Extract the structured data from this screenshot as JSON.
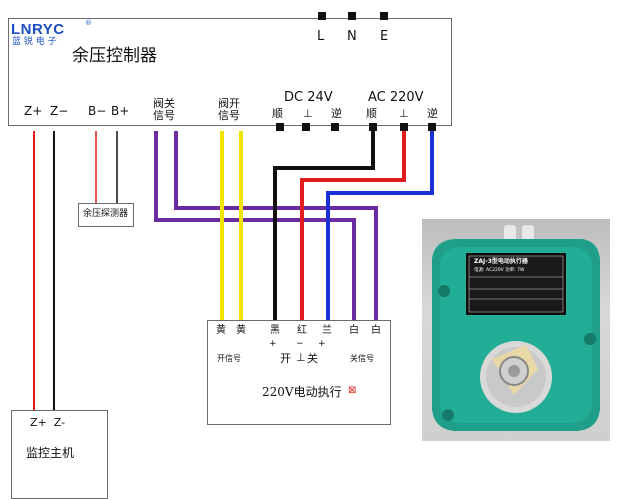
{
  "logo": {
    "brand": "LNRYC",
    "reg": "®",
    "sub": "蓝 锐 电 子"
  },
  "controller": {
    "title": "余压控制器",
    "power_labels": [
      "L",
      "N",
      "E"
    ],
    "terminals": [
      "Z+",
      "Z−",
      "B−",
      "B+"
    ],
    "valve_close": [
      "阀关",
      "信号"
    ],
    "valve_open": [
      "阀开",
      "信号"
    ],
    "dc_title": "DC 24V",
    "ac_title": "AC 220V",
    "dc_terms": [
      "顺",
      "⊥",
      "逆"
    ],
    "ac_terms": [
      "顺",
      "⊥",
      "逆"
    ]
  },
  "sensor": {
    "label": "余压探测器"
  },
  "monitor": {
    "terminals": "Z+  Z-",
    "label": "监控主机"
  },
  "actuator": {
    "wire_labels": [
      "黄",
      "黄",
      "黑",
      "红",
      "兰",
      "白",
      "白"
    ],
    "open_signal": "开信号",
    "close_signal": "关信号",
    "polarity": [
      "+",
      "−",
      "+"
    ],
    "direction": [
      "开",
      "⊥",
      "关"
    ],
    "title": "220V电动执行",
    "mark": "⊠"
  },
  "product": {
    "nameplate_title": "ZAJ-3型电动执行器",
    "nameplate_line": "电源: AC220V  功率: 7W"
  },
  "colors": {
    "red": "#e01c1c",
    "black": "#111111",
    "blue": "#1b2fd6",
    "yellow": "#f2e400",
    "purple": "#6a2ba0",
    "teal": "#1f9f8a"
  }
}
